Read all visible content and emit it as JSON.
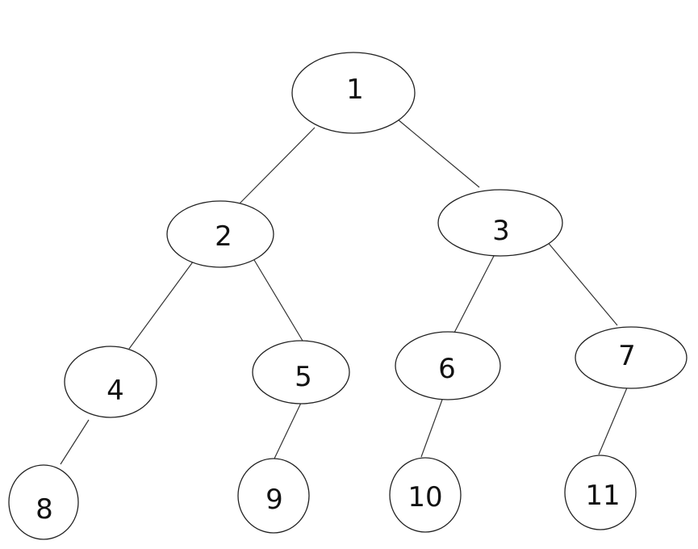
{
  "tree": {
    "nodes": [
      {
        "id": "1",
        "label": "1"
      },
      {
        "id": "2",
        "label": "2"
      },
      {
        "id": "3",
        "label": "3"
      },
      {
        "id": "4",
        "label": "4"
      },
      {
        "id": "5",
        "label": "5"
      },
      {
        "id": "6",
        "label": "6"
      },
      {
        "id": "7",
        "label": "7"
      },
      {
        "id": "8",
        "label": "8"
      },
      {
        "id": "9",
        "label": "9"
      },
      {
        "id": "10",
        "label": "10"
      },
      {
        "id": "11",
        "label": "11"
      }
    ],
    "edges": [
      {
        "from": "1",
        "to": "2"
      },
      {
        "from": "1",
        "to": "3"
      },
      {
        "from": "2",
        "to": "4"
      },
      {
        "from": "2",
        "to": "5"
      },
      {
        "from": "3",
        "to": "6"
      },
      {
        "from": "3",
        "to": "7"
      },
      {
        "from": "4",
        "to": "8"
      },
      {
        "from": "5",
        "to": "9"
      },
      {
        "from": "6",
        "to": "10"
      },
      {
        "from": "7",
        "to": "11"
      }
    ]
  },
  "colors": {
    "stroke": "#222222",
    "text": "#111111",
    "background": "#ffffff"
  }
}
